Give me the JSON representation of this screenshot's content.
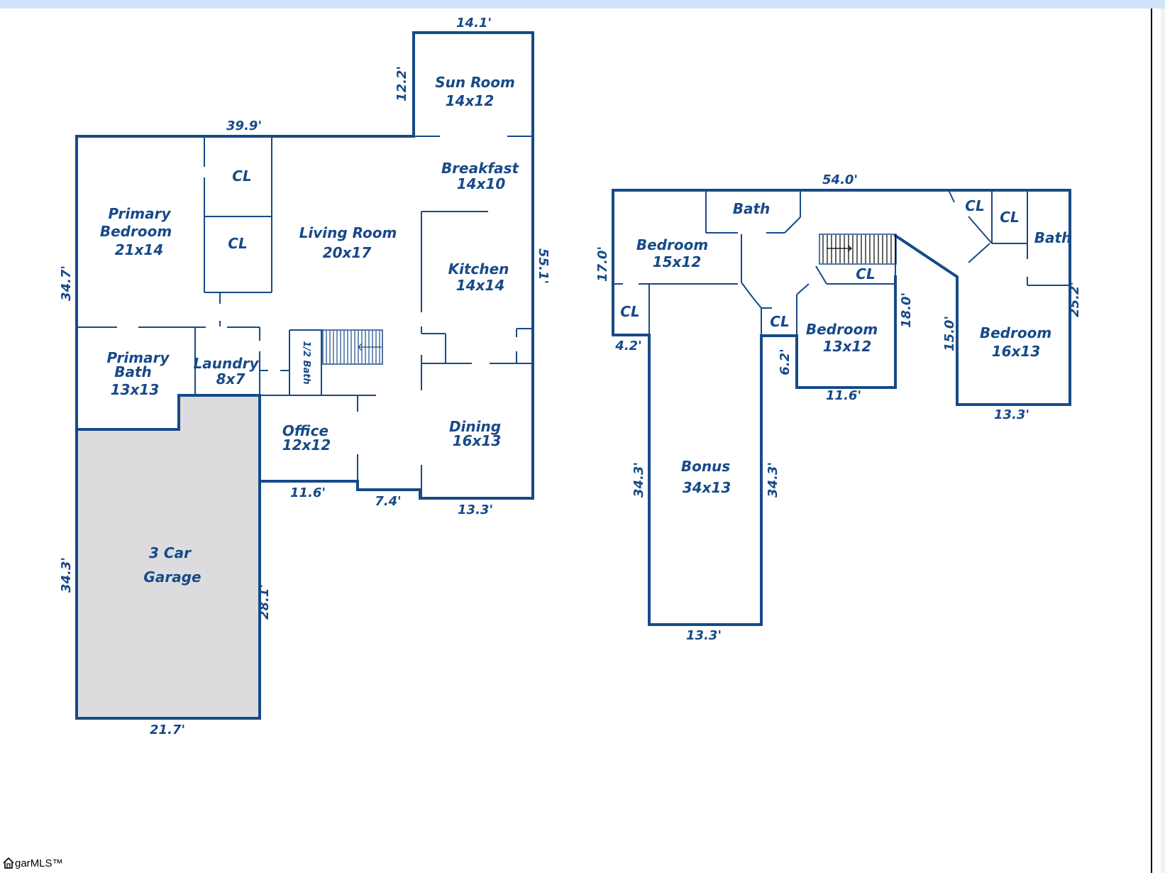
{
  "floor1": {
    "rooms": {
      "sun_room": [
        "Sun Room",
        "14x12"
      ],
      "breakfast": [
        "Breakfast",
        "14x10"
      ],
      "primary_bedroom": [
        "Primary",
        "Bedroom",
        "21x14"
      ],
      "cl_1": [
        "CL"
      ],
      "cl_2": [
        "CL"
      ],
      "living_room": [
        "Living Room",
        "20x17"
      ],
      "kitchen": [
        "Kitchen",
        "14x14"
      ],
      "primary_bath": [
        "Primary",
        "Bath",
        "13x13"
      ],
      "laundry": [
        "Laundry",
        "8x7"
      ],
      "half_bath": [
        "1/2 Bath"
      ],
      "office": [
        "Office",
        "12x12"
      ],
      "dining": [
        "Dining",
        "16x13"
      ],
      "garage": [
        "3 Car",
        "Garage"
      ]
    },
    "dimensions": {
      "top_sun": "14.1'",
      "sun_side": "12.2'",
      "top_main": "39.9'",
      "left_main": "34.7'",
      "right_main": "55.1'",
      "office_bottom": "11.6'",
      "mid_bottom": "7.4'",
      "dining_bottom": "13.3'",
      "garage_left": "34.3'",
      "garage_right": "28.1'",
      "garage_bottom": "21.7'"
    }
  },
  "floor2": {
    "rooms": {
      "bath_1": [
        "Bath"
      ],
      "cl_a": [
        "CL"
      ],
      "cl_b": [
        "CL"
      ],
      "bath_2": [
        "Bath"
      ],
      "bedroom_1": [
        "Bedroom",
        "15x12"
      ],
      "cl_stair": [
        "CL"
      ],
      "cl_c": [
        "CL"
      ],
      "cl_d": [
        "CL"
      ],
      "bedroom_2": [
        "Bedroom",
        "13x12"
      ],
      "bedroom_3": [
        "Bedroom",
        "16x13"
      ],
      "bonus": [
        "Bonus",
        "34x13"
      ]
    },
    "dimensions": {
      "top": "54.0'",
      "left": "17.0'",
      "cl_left": "4.2'",
      "bonus_left": "34.3'",
      "bonus_right": "34.3'",
      "bonus_bottom": "13.3'",
      "cl_small": "6.2'",
      "bed2_bottom": "11.6'",
      "bed2_right": "18.0'",
      "bed3_left": "15.0'",
      "bed3_bottom": "13.3'",
      "right": "25.2'"
    }
  },
  "branding": {
    "logo_text": "gar",
    "mls_text": "MLS™"
  },
  "colors": {
    "wall": "#174a88",
    "garage_fill": "#dcdcde",
    "top_bar": "#cfe4f8"
  }
}
